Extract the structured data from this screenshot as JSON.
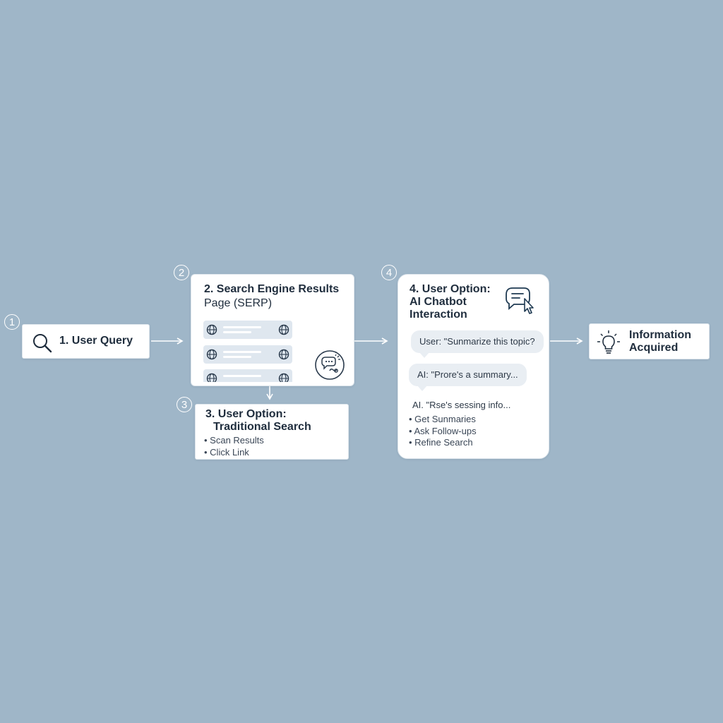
{
  "steps": {
    "s1": {
      "num": "1",
      "label": "1. User Query"
    },
    "s2": {
      "num": "2",
      "title_line1": "2. Search Engine Results",
      "title_line2": "Page (SERP)"
    },
    "s3": {
      "num": "3",
      "title_line1": "3. User Option:",
      "title_line2": "Traditional Search",
      "bullets": [
        "Scan Results",
        "Click Link"
      ]
    },
    "s4": {
      "num": "4",
      "title_line1": "4. User Option:",
      "title_line2": "AI Chatbot",
      "title_line3": "Interaction",
      "chat": [
        "User:  \"Sunmarize this topic?",
        "AI:   \"Prore's a summary...",
        "AI. \"Rse's sessing info..."
      ],
      "bullets": [
        "Get Sunmaries",
        "Ask Follow-ups",
        "Refine Search"
      ]
    },
    "s5": {
      "title_line1": "Information",
      "title_line2": "Acquired"
    }
  },
  "icons": {
    "query": "search-icon",
    "serp_result": "globe-icon",
    "serp_chat": "chat-bubble-icon",
    "chatbot": "chat-cursor-icon",
    "outcome": "lightbulb-icon"
  },
  "colors": {
    "background": "#9fb6c8",
    "card": "#ffffff",
    "text": "#1f2d3d",
    "arrow": "#ffffff",
    "bubble": "#e9eef3",
    "serp_row": "#dfe7ef"
  }
}
